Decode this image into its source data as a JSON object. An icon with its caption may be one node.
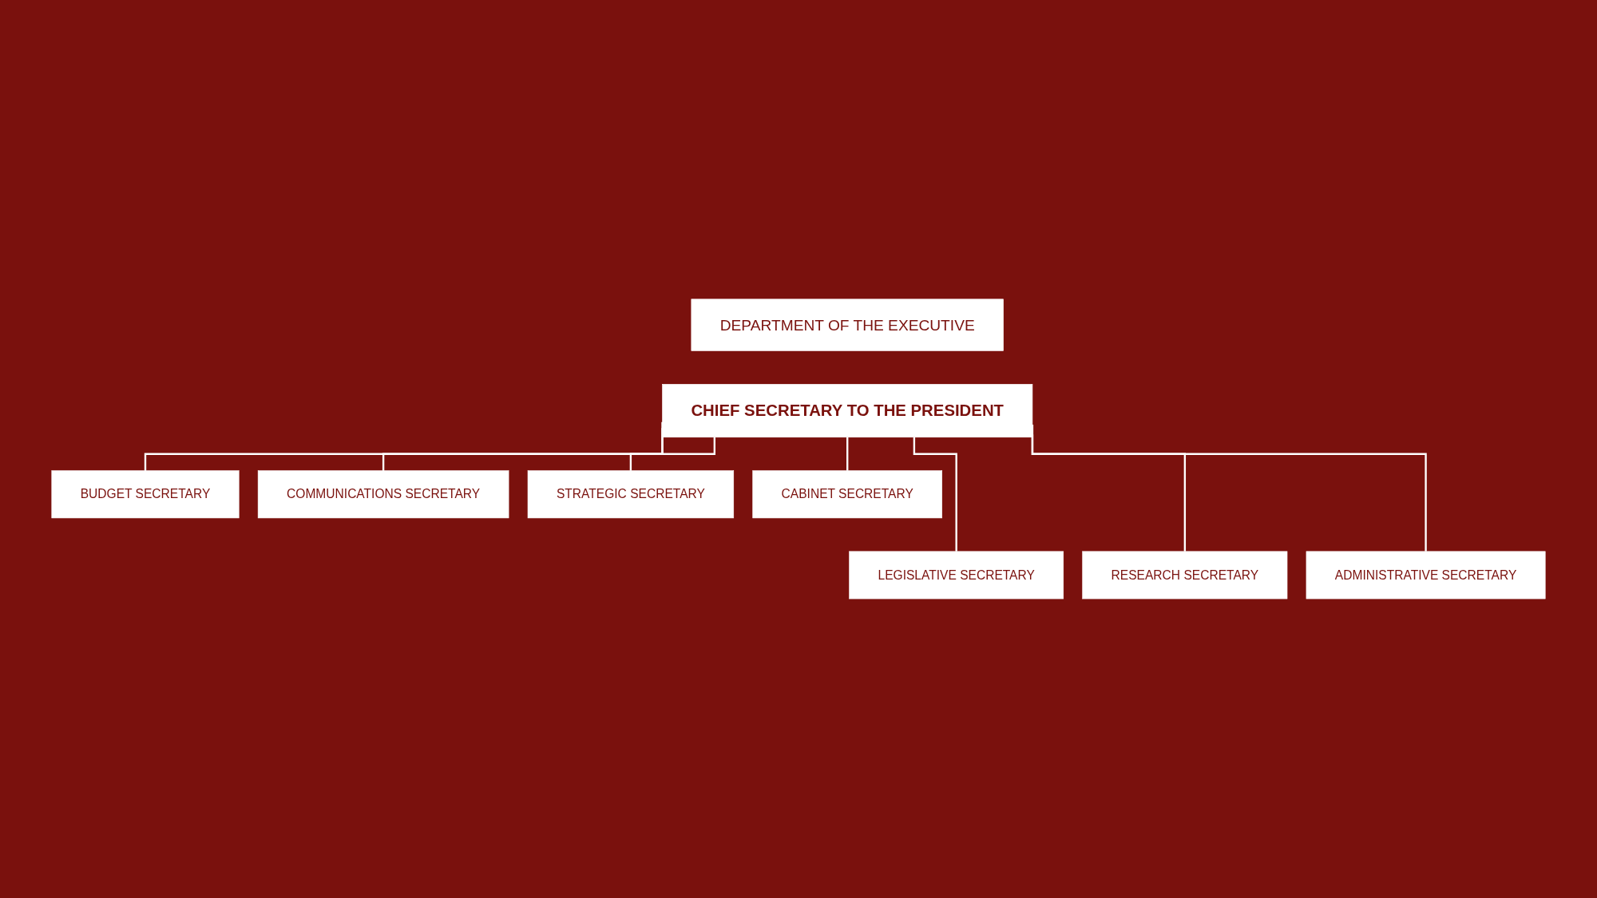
{
  "diagram": {
    "nodes": [
      {
        "text": [
          "DEPARTMENT OF THE EXECUTIVE"
        ]
      },
      {
        "text": [
          "CHIEF SECRETARY TO THE PRESIDENT"
        ]
      },
      {
        "text": [
          "BUDGET SECRETARY"
        ]
      },
      {
        "text": [
          "COMMUNICATIONS SECRETARY"
        ]
      },
      {
        "text": [
          "STRATEGIC SECRETARY"
        ]
      },
      {
        "text": [
          "CABINET SECRETARY"
        ]
      },
      {
        "text": [
          "LEGISLATIVE SECRETARY"
        ]
      },
      {
        "text": [
          "RESEARCH SECRETARY"
        ]
      },
      {
        "text": [
          "ADMINISTRATIVE SECRETARY"
        ]
      }
    ],
    "edges": [
      {
        "from": 1,
        "to": 2,
        "arrow": "none"
      },
      {
        "from": 1,
        "to": 3,
        "arrow": "none"
      },
      {
        "from": 1,
        "to": 4,
        "arrow": "none"
      },
      {
        "from": 1,
        "to": 5,
        "arrow": "none"
      },
      {
        "from": 1,
        "to": 6,
        "arrow": "none"
      },
      {
        "from": 1,
        "to": 7,
        "arrow": "none"
      },
      {
        "from": 1,
        "to": 8,
        "arrow": "none"
      }
    ]
  }
}
